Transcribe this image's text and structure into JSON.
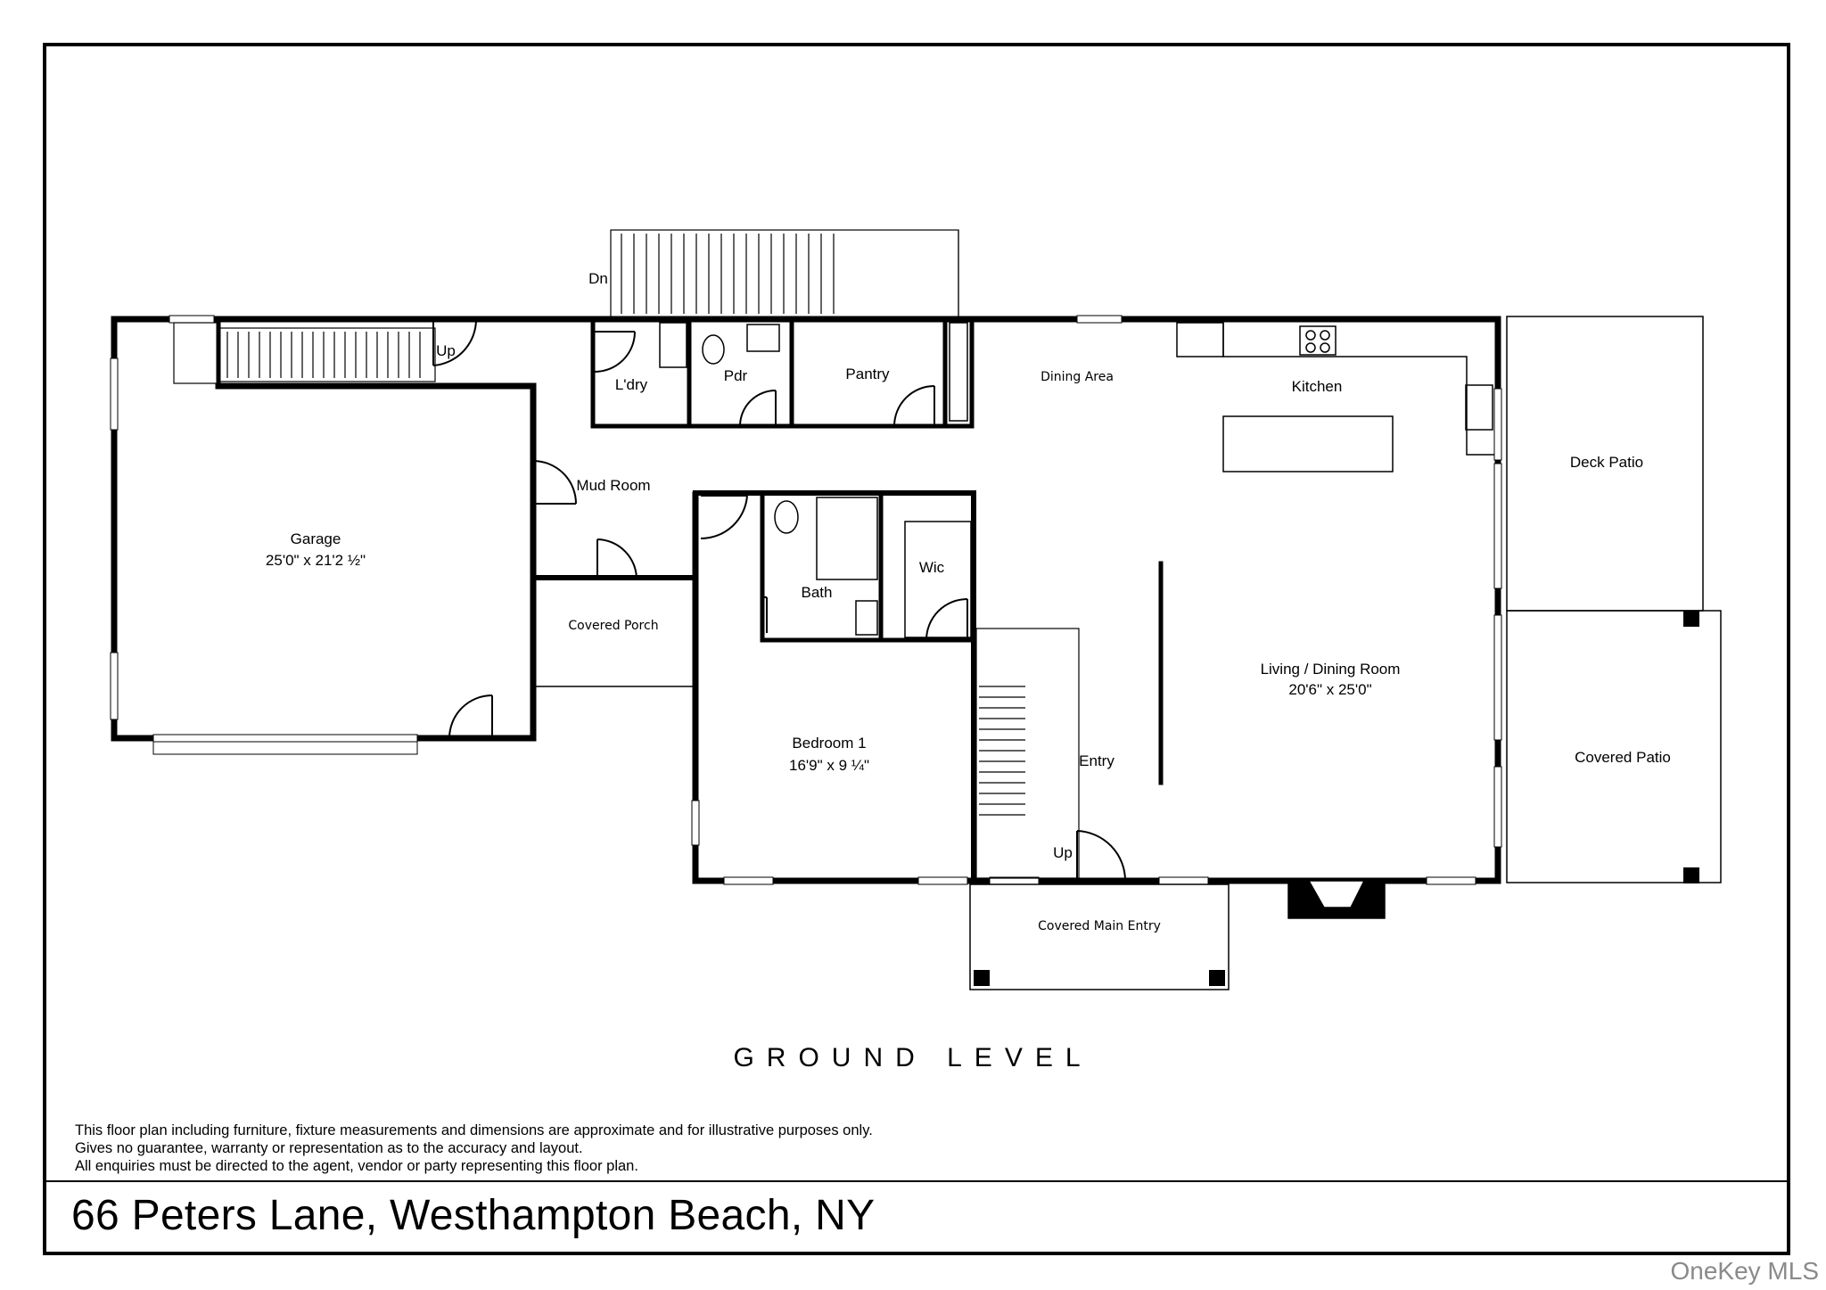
{
  "rooms": {
    "garage": {
      "name": "Garage",
      "dims": "25'0\" x 21'2 ½\""
    },
    "mud_room": {
      "name": "Mud Room"
    },
    "laundry": {
      "name": "L'dry"
    },
    "powder": {
      "name": "Pdr"
    },
    "pantry": {
      "name": "Pantry"
    },
    "dining_area": {
      "name": "Dining Area"
    },
    "kitchen": {
      "name": "Kitchen"
    },
    "deck_patio": {
      "name": "Deck Patio"
    },
    "covered_porch": {
      "name": "Covered Porch"
    },
    "bath": {
      "name": "Bath"
    },
    "wic": {
      "name": "Wic"
    },
    "bedroom1": {
      "name": "Bedroom 1",
      "dims": "16'9\" x 9 ¼\""
    },
    "entry": {
      "name": "Entry"
    },
    "living_dining": {
      "name": "Living / Dining Room",
      "dims": "20'6\" x 25'0\""
    },
    "covered_patio": {
      "name": "Covered Patio"
    },
    "covered_main_entry": {
      "name": "Covered Main Entry"
    }
  },
  "stairs": {
    "down": "Dn",
    "up_garage": "Up",
    "up_entry": "Up"
  },
  "level_title": "GROUND LEVEL",
  "disclaimer": [
    "This floor plan including furniture, fixture measurements and dimensions are approximate and for illustrative purposes only.",
    "Gives no guarantee, warranty or representation as to the accuracy and layout.",
    "All enquiries must be directed to the agent, vendor or party representing this floor plan."
  ],
  "address": "66 Peters Lane, Westhampton Beach, NY",
  "watermark": "OneKey MLS"
}
